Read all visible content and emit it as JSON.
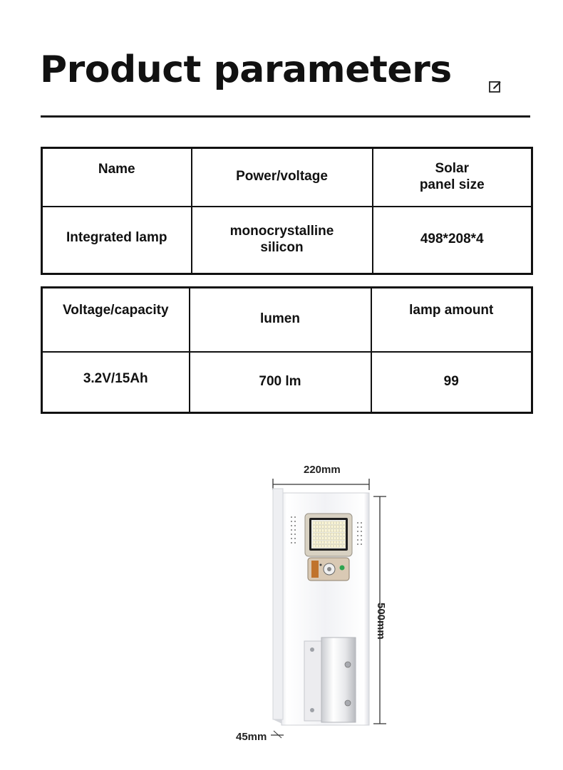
{
  "page": {
    "title": "Product parameters"
  },
  "icons": {
    "edit": "edit-icon"
  },
  "table1": {
    "headers": [
      "Name",
      "Power/voltage",
      "Solar\npanel size"
    ],
    "values": [
      "Integrated lamp",
      "monocrystalline\nsilicon",
      "498*208*4"
    ]
  },
  "table2": {
    "headers": [
      "Voltage/capacity",
      "lumen",
      "lamp amount"
    ],
    "values": [
      "3.2V/15Ah",
      "700 lm",
      "99"
    ]
  },
  "diagram": {
    "width_label": "220mm",
    "height_label": "500mm",
    "depth_label": "45mm"
  }
}
